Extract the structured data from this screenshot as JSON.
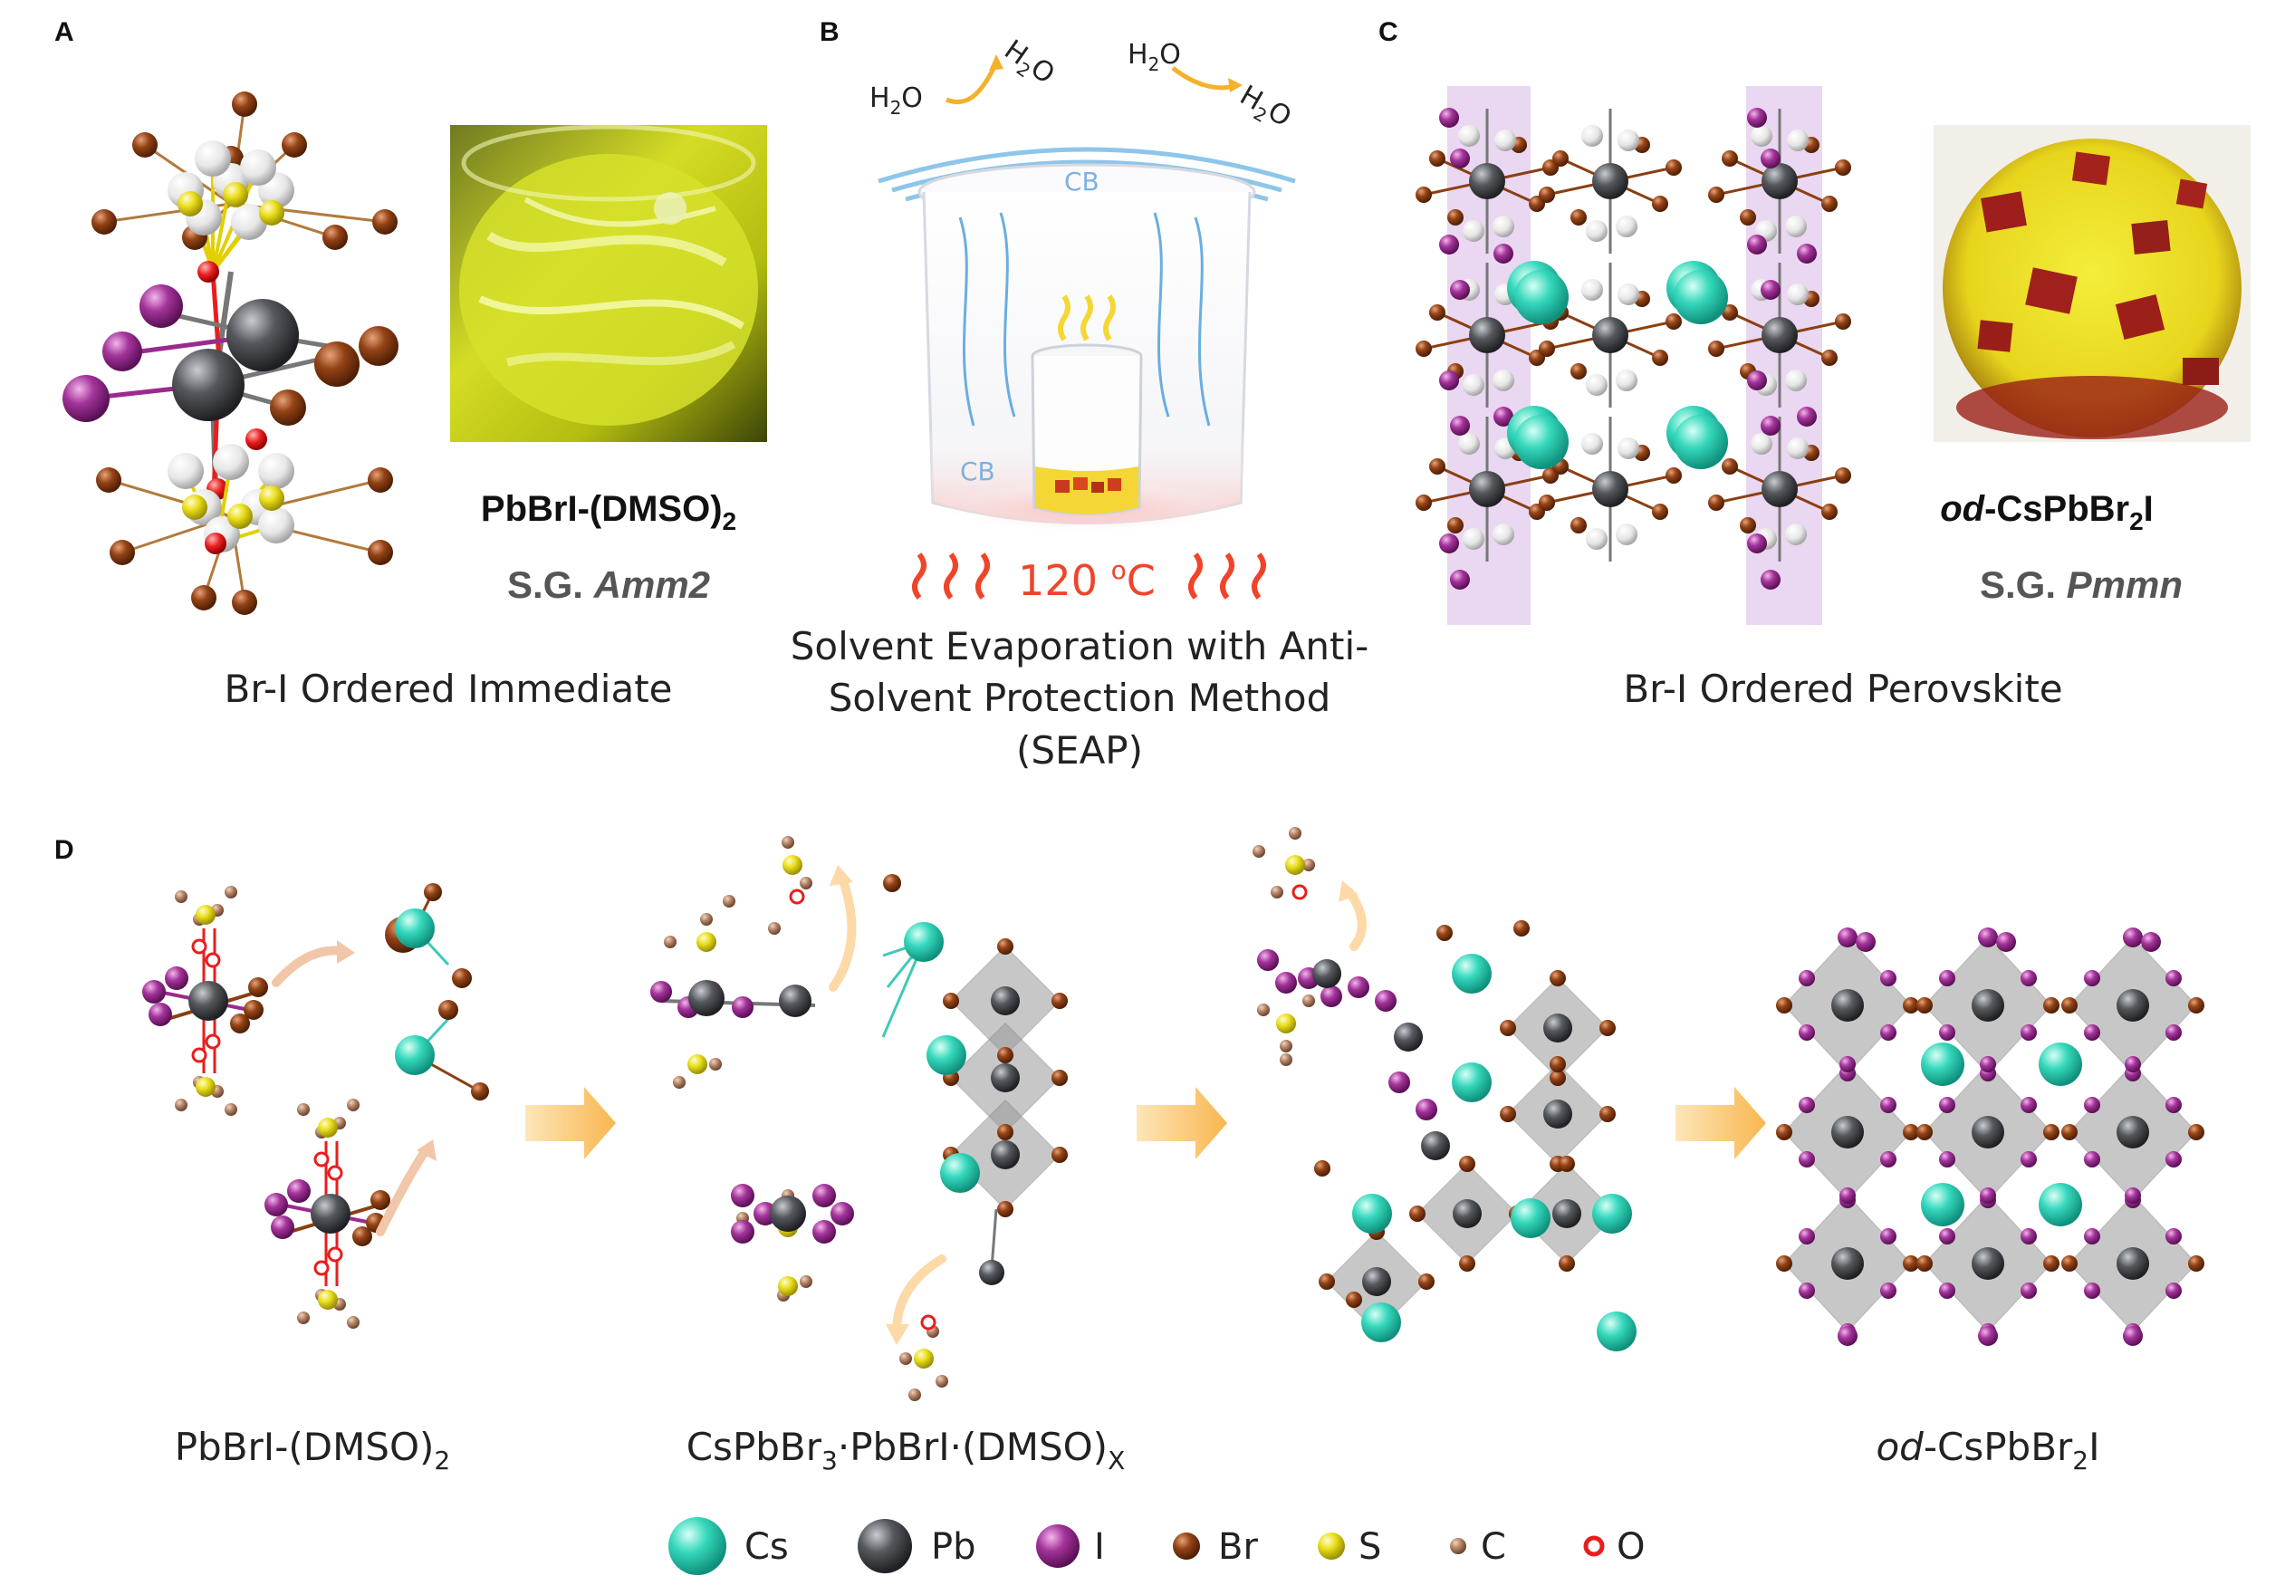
{
  "panels": {
    "a": {
      "letter": "A",
      "formula_main": "PbBrI-(DMSO)",
      "formula_sub": "2",
      "sg_prefix": "S.G. ",
      "sg_group": "Amm2",
      "caption": "Br-I Ordered Immediate"
    },
    "b": {
      "letter": "B",
      "water_labels": [
        "H",
        "2",
        "O"
      ],
      "cb_label": "CB",
      "temperature_value": "120 ",
      "temperature_sup": "o",
      "temperature_unit": "C",
      "caption_line1": "Solvent Evaporation with Anti-",
      "caption_line2": "Solvent Protection Method",
      "caption_line3": "(SEAP)"
    },
    "c": {
      "letter": "C",
      "formula_prefix": "od",
      "formula_main": "-CsPbBr",
      "formula_sub": "2",
      "formula_end": "I",
      "sg_prefix": "S.G. ",
      "sg_group": "Pmmn",
      "caption": "Br-I Ordered Perovskite"
    },
    "d": {
      "letter": "D",
      "stage1": {
        "main": "PbBrI-(DMSO)",
        "sub": "2"
      },
      "stage2": {
        "main": "CsPbBr",
        "sub1": "3",
        "mid": "·PbBrI·(DMSO)",
        "sub2": "X"
      },
      "stage3": {
        "prefix": "od",
        "main": "-CsPbBr",
        "sub": "2",
        "end": "I"
      }
    }
  },
  "legend": [
    {
      "label": "Cs",
      "color": "#2fd3b7"
    },
    {
      "label": "Pb",
      "color": "#4a4d52"
    },
    {
      "label": "I",
      "color": "#9b2a8e"
    },
    {
      "label": "Br",
      "color": "#8a3f12"
    },
    {
      "label": "S",
      "color": "#e8dc1c"
    },
    {
      "label": "C",
      "color": "#a8775a"
    },
    {
      "label": "O",
      "color": "#e81e1e"
    }
  ]
}
